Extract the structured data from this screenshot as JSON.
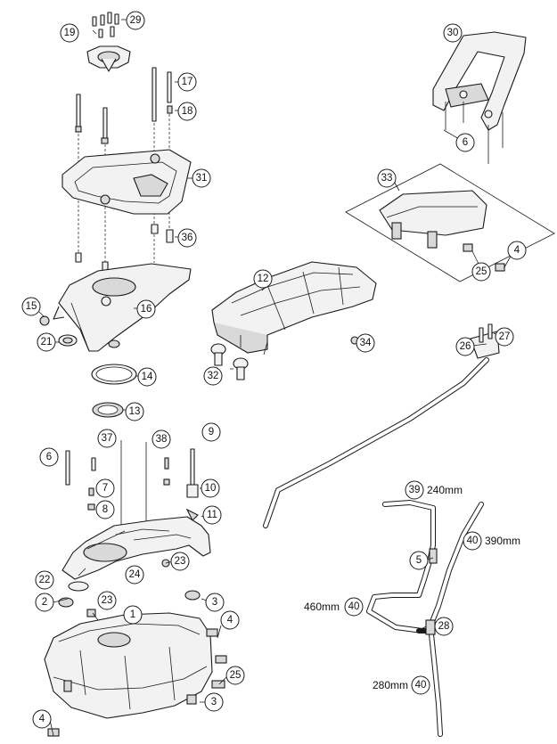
{
  "callouts": [
    {
      "id": "c1",
      "label": "1"
    },
    {
      "id": "c2",
      "label": "2"
    },
    {
      "id": "c3a",
      "label": "3"
    },
    {
      "id": "c3b",
      "label": "3"
    },
    {
      "id": "c4a",
      "label": "4"
    },
    {
      "id": "c4b",
      "label": "4"
    },
    {
      "id": "c4c",
      "label": "4"
    },
    {
      "id": "c5",
      "label": "5"
    },
    {
      "id": "c6a",
      "label": "6"
    },
    {
      "id": "c6b",
      "label": "6"
    },
    {
      "id": "c7",
      "label": "7"
    },
    {
      "id": "c8",
      "label": "8"
    },
    {
      "id": "c9",
      "label": "9"
    },
    {
      "id": "c10",
      "label": "10"
    },
    {
      "id": "c11",
      "label": "11"
    },
    {
      "id": "c12",
      "label": "12"
    },
    {
      "id": "c13",
      "label": "13"
    },
    {
      "id": "c14",
      "label": "14"
    },
    {
      "id": "c15",
      "label": "15"
    },
    {
      "id": "c16",
      "label": "16"
    },
    {
      "id": "c17",
      "label": "17"
    },
    {
      "id": "c18",
      "label": "18"
    },
    {
      "id": "c19",
      "label": "19"
    },
    {
      "id": "c21",
      "label": "21"
    },
    {
      "id": "c22",
      "label": "22"
    },
    {
      "id": "c23a",
      "label": "23"
    },
    {
      "id": "c23b",
      "label": "23"
    },
    {
      "id": "c24",
      "label": "24"
    },
    {
      "id": "c25a",
      "label": "25"
    },
    {
      "id": "c25b",
      "label": "25"
    },
    {
      "id": "c26",
      "label": "26"
    },
    {
      "id": "c27",
      "label": "27"
    },
    {
      "id": "c28",
      "label": "28"
    },
    {
      "id": "c29",
      "label": "29"
    },
    {
      "id": "c30",
      "label": "30"
    },
    {
      "id": "c31",
      "label": "31"
    },
    {
      "id": "c32",
      "label": "32"
    },
    {
      "id": "c33",
      "label": "33"
    },
    {
      "id": "c34",
      "label": "34"
    },
    {
      "id": "c36",
      "label": "36"
    },
    {
      "id": "c37",
      "label": "37"
    },
    {
      "id": "c38",
      "label": "38"
    },
    {
      "id": "c39",
      "label": "39"
    },
    {
      "id": "c40a",
      "label": "40"
    },
    {
      "id": "c40b",
      "label": "40"
    },
    {
      "id": "c40c",
      "label": "40"
    }
  ],
  "hose_lengths": {
    "h39": "240mm",
    "h40a": "390mm",
    "h40b": "460mm",
    "h40c": "280mm"
  },
  "colors": {
    "line": "#1a1a1a",
    "part_fill": "#f2f2f2",
    "background": "#ffffff"
  }
}
